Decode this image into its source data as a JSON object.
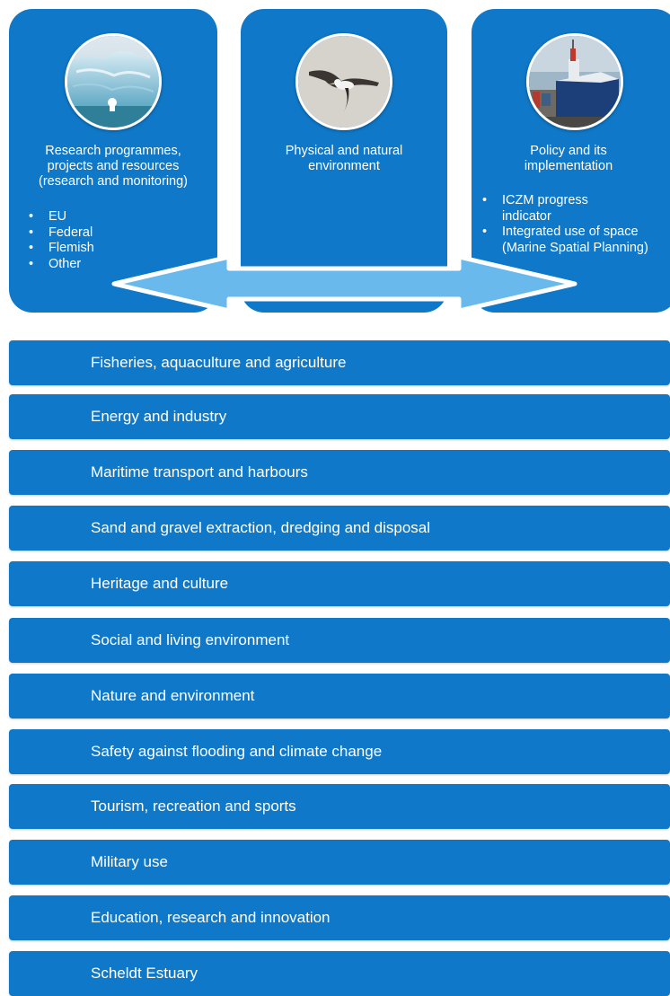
{
  "panels": {
    "research": {
      "title": "Research programmes,\nprojects and resources\n(research and monitoring)",
      "items": [
        "EU",
        "Federal",
        "Flemish",
        "Other"
      ],
      "photo": "iceberg-photo"
    },
    "environment": {
      "title": "Physical and natural\nenvironment",
      "photo": "albatross-photo"
    },
    "policy": {
      "title": "Policy and its\nimplementation",
      "items": [
        "ICZM progress\nindicator",
        "Integrated use of space\n(Marine Spatial Planning)"
      ],
      "photo": "ship-photo"
    }
  },
  "arrow": {
    "type": "double-headed-arrow",
    "color": "#6ab9ec"
  },
  "sectors": [
    "Fisheries, aquaculture and agriculture",
    "Energy and industry",
    "Maritime transport and harbours",
    "Sand and gravel extraction, dredging and disposal",
    "Heritage and culture",
    "Social and living environment",
    "Nature and environment",
    "Safety against flooding and climate change",
    "Tourism, recreation and sports",
    "Military use",
    "Education, research and innovation",
    "Scheldt Estuary"
  ],
  "colors": {
    "panel": "#0f78c8",
    "arrow": "#6ab9ec",
    "text": "#ffffff"
  }
}
